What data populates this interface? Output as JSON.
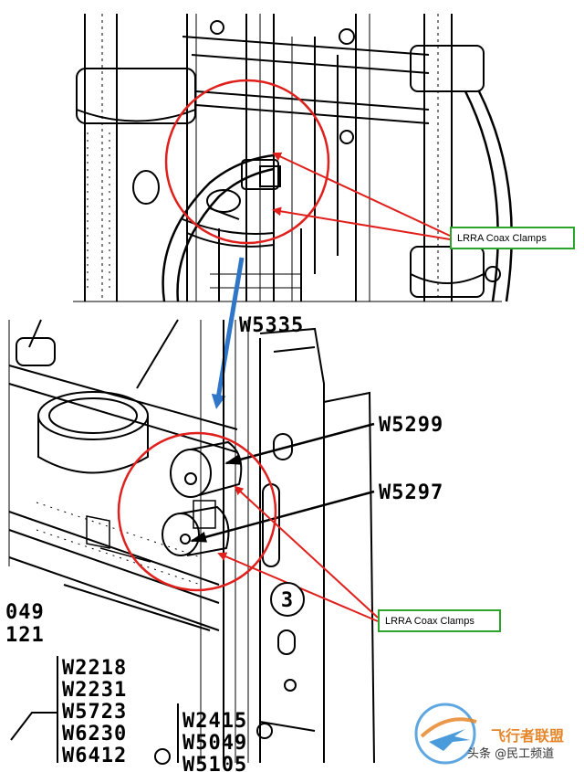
{
  "callouts": {
    "top": "LRRA Coax Clamps",
    "bottom": "LRRA Coax Clamps"
  },
  "wire_labels": {
    "w5335": "W5335",
    "w5299": "W5299",
    "w5297": "W5297",
    "w2415": "W2415",
    "w5049": "W5049",
    "w5105": "W5105",
    "left_049": "049",
    "left_121": "121"
  },
  "wire_list": [
    "W2218",
    "W2231",
    "W5723",
    "W6230",
    "W6412"
  ],
  "index_number": "3",
  "watermark": {
    "logo_text": "飞行者联盟",
    "handle": "头条 @民工频道"
  },
  "colors": {
    "highlight_circle": "#e0201c",
    "pointer_arrow": "#2f75c8",
    "callout_border": "#2aa52a",
    "watermark_orange": "#e6862a",
    "watermark_blue": "#2a8ad6"
  }
}
